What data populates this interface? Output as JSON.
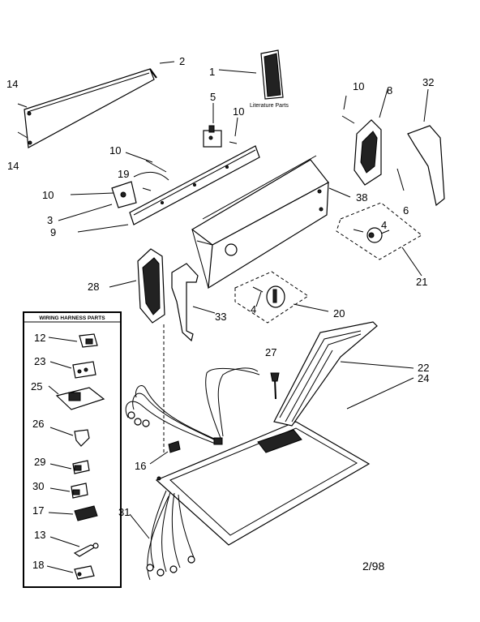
{
  "date_code": "2/98",
  "literature_label": "Literature Parts",
  "harness_box_title": "WIRING HARNESS PARTS",
  "callouts": {
    "c1": "1",
    "c2": "2",
    "c3": "3",
    "c4a": "4",
    "c4b": "4",
    "c5": "5",
    "c6": "6",
    "c8": "8",
    "c9": "9",
    "c10a": "10",
    "c10b": "10",
    "c10c": "10",
    "c10d": "10",
    "c12": "12",
    "c13": "13",
    "c14a": "14",
    "c14b": "14",
    "c16": "16",
    "c17": "17",
    "c18": "18",
    "c19": "19",
    "c20": "20",
    "c21": "21",
    "c22": "22",
    "c23": "23",
    "c24": "24",
    "c25": "25",
    "c26": "26",
    "c27": "27",
    "c28": "28",
    "c29": "29",
    "c30": "30",
    "c31": "31",
    "c32": "32",
    "c33": "33",
    "c38": "38"
  }
}
